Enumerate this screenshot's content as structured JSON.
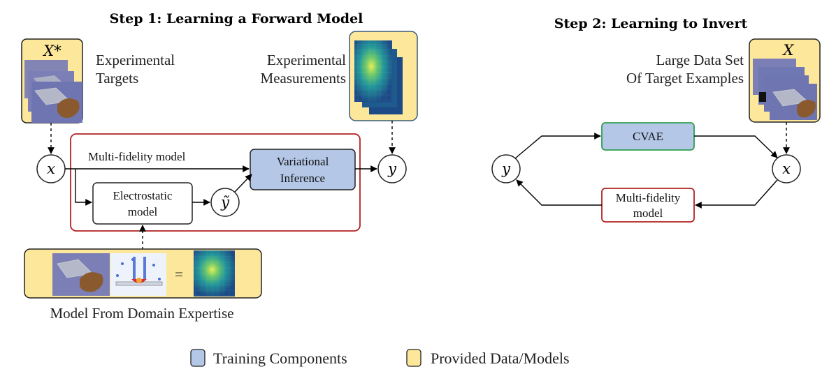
{
  "step1": {
    "title": "Step 1: Learning a Forward Model",
    "targets_symbol": "X*",
    "targets_label": [
      "Experimental",
      "Targets"
    ],
    "measurements_label": [
      "Experimental",
      "Measurements"
    ],
    "multifidelity_label": "Multi-fidelity model",
    "electrostatic_label": [
      "Electrostatic",
      "model"
    ],
    "vi_label": [
      "Variational",
      "Inference"
    ],
    "node_x": "x",
    "node_y": "y",
    "node_ytilde": "ỹ",
    "domain_label": "Model From Domain Expertise",
    "equals": "="
  },
  "step2": {
    "title": "Step 2: Learning to Invert",
    "dataset_label": [
      "Large Data Set",
      "Of Target Examples"
    ],
    "dataset_symbol": "X",
    "cvae_label": "CVAE",
    "mf_label": [
      "Multi-fidelity",
      "model"
    ],
    "node_y": "y",
    "node_x": "x"
  },
  "legend": {
    "training": "Training Components",
    "provided": "Provided Data/Models"
  },
  "colors": {
    "provided_fill": "#fde79b",
    "training_fill": "#b4c7e7",
    "red_outline": "#b22222",
    "green_outline": "#2e9e4f",
    "heatmap_peak": "#d8e84a",
    "heatmap_base": "#1f5a8a"
  }
}
